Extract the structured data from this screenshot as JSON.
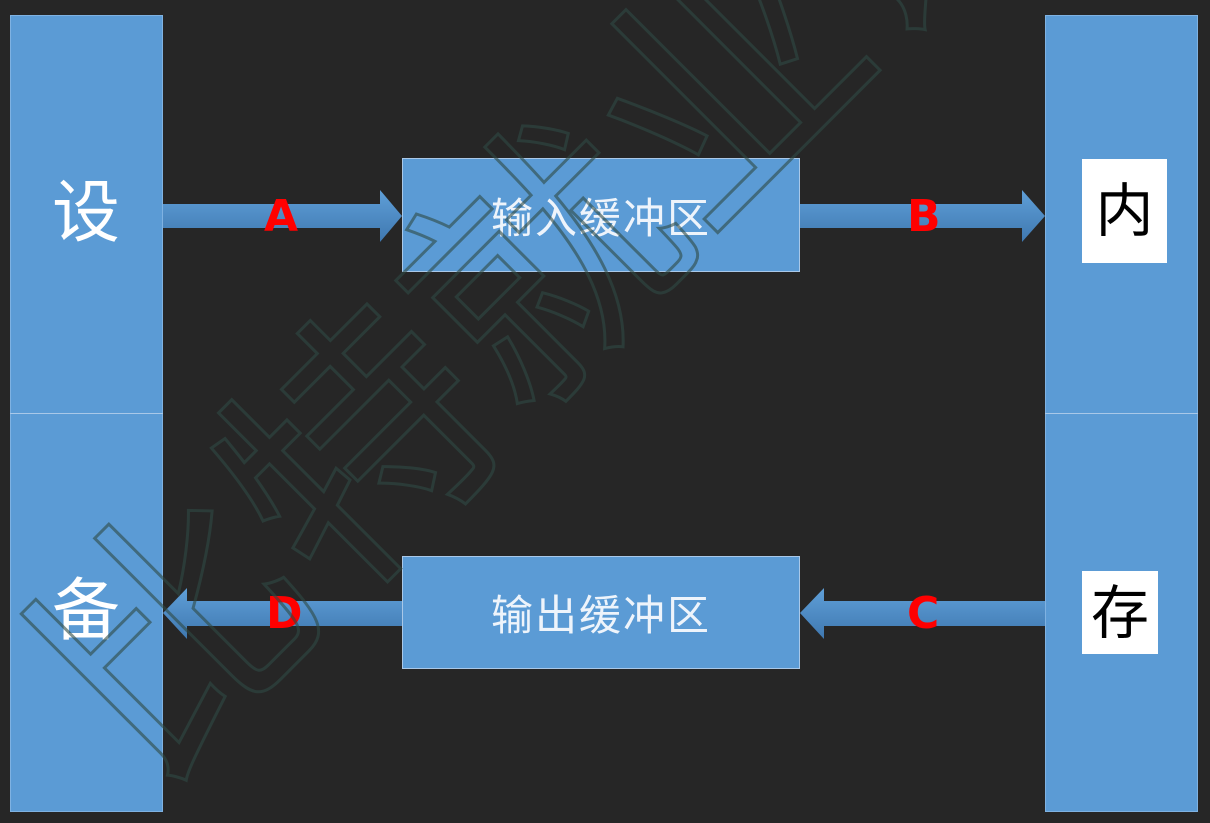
{
  "left_panel": {
    "top_char": "设",
    "bottom_char": "备"
  },
  "right_panel": {
    "top_char": "内",
    "bottom_char": "存"
  },
  "buffers": {
    "input": "输入缓冲区",
    "output": "输出缓冲区"
  },
  "arrows": {
    "a": "A",
    "b": "B",
    "c": "C",
    "d": "D"
  },
  "watermark": {
    "text": "比特就业课"
  },
  "colors": {
    "background": "#262626",
    "panel": "#5b9bd5",
    "arrow": "#4a86c0",
    "label": "#ff0000"
  }
}
